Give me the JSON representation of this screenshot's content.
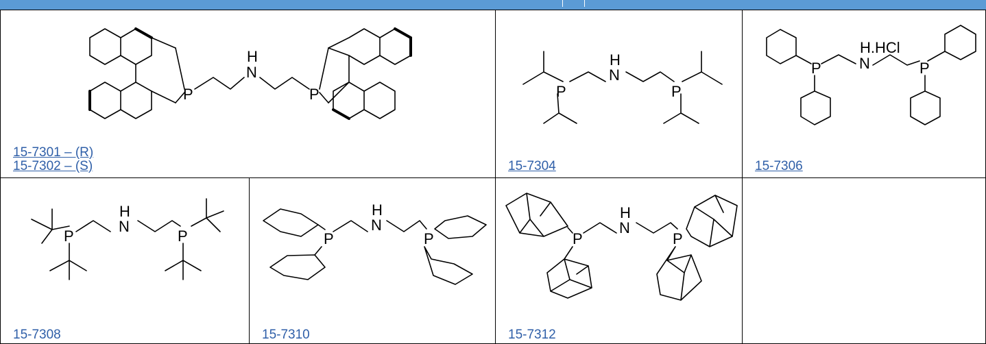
{
  "compounds": [
    {
      "id": "a",
      "codes": [
        "15-7301 – (R)",
        "15-7302 – (S)"
      ],
      "linked": true
    },
    {
      "id": "b",
      "codes": [
        "15-7304"
      ],
      "linked": true
    },
    {
      "id": "c",
      "codes": [
        "15-7306"
      ],
      "linked": true,
      "salt_label": "H.HCl"
    },
    {
      "id": "d",
      "codes": [
        "15-7308"
      ],
      "linked": false
    },
    {
      "id": "e",
      "codes": [
        "15-7310"
      ],
      "linked": false
    },
    {
      "id": "f",
      "codes": [
        "15-7312"
      ],
      "linked": false
    }
  ],
  "atoms": {
    "phosphorus": "P",
    "nitrogen": "N",
    "hydrogen": "H"
  },
  "colors": {
    "header": "#5b9bd5",
    "code_text": "#2f5fa8"
  }
}
